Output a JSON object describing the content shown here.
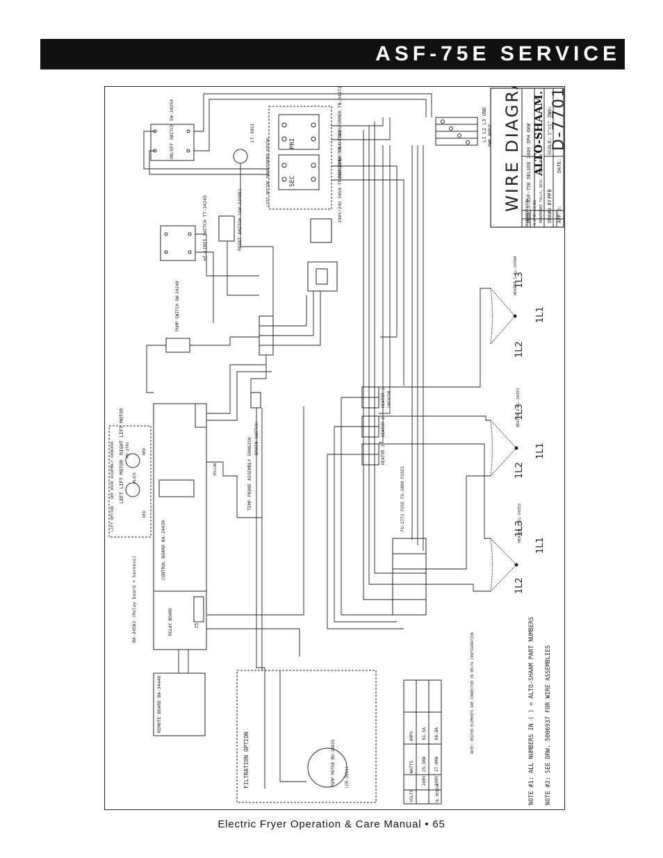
{
  "header": {
    "title": "ASF-75E SERVICE"
  },
  "diagram": {
    "title_block": {
      "title": "WIRE DIAGRAM",
      "models_line": "MODELS:ASF-75E DELUXE 240V 3PH 6KW",
      "brand": "ALTO-SHAAM.",
      "location": "MENOMONEE FALLS, WISC. 53052-0450",
      "drawn_by_label": "DRAWN BY:",
      "drawn_by": "MFB",
      "approved_label": "APP'D:",
      "scale_label": "SCALE:",
      "scale": "1\"=1\"",
      "date_label": "DATE:",
      "dwg_label": "DWG:",
      "drawing_number": "D-77017",
      "rev_header": {
        "no": "NO.",
        "revision": "REVISION",
        "by": "BY"
      },
      "rev_row": {
        "no": "1",
        "revision": "7/13/06",
        "by": "JPK"
      }
    },
    "labels": {
      "on_off": "ON/OFF SWITCH SW-34254",
      "hi_limit": "HI-LIMIT SWITCH TT-34245",
      "reset": "RESET SWITCH (SW-33495)",
      "pump_switch": "PUMP SWITCH SW-34240",
      "lt": "LT-3951",
      "pri": "PRI",
      "sec": "SEC",
      "lift_option_wiring": "LIFT OPTION TRANSFORMER WIRING",
      "transformer_1": "240V/24V 50VA TRANSFORMER TN-34272",
      "transformer_2": "240V/24V 50VA TRANSFORMER TN-34182",
      "lift_option": "LIFT OPTION - SEE WIRE ASSEMBLY 5006898",
      "left_lift_motor": "LEFT LIFT MOTOR",
      "right_lift_motor": "RIGHT LIFT MOTOR",
      "motor_id": "MO-2701",
      "red": "RED",
      "black": "BLACK",
      "yellow": "YELLOW",
      "control_board": "CONTROL BOARD BA-34439",
      "relay_board": "BA-34563 (Relay board + harness)",
      "relay_label": "RELAY BOARD",
      "j5": "J5",
      "drain_switch": "DRAIN SWITCH",
      "temp_probe": "TEMP PROBE ASSEMBLY 5006350",
      "heater_contactor_1": "HEATER 1",
      "heater_contactor_2": "HEATER 2",
      "heater_contactor_3": "HEATER 3",
      "contactor": "CONTACTOR",
      "fuse": "FU-2773 FUSE FU-3860 FUSES",
      "heater_1": "HEATER 1 EL-34388",
      "heater_2": "HEATER 2 EL-34353",
      "heater_3": "HEATER 3 EL-34353",
      "l1": "1L1",
      "l2": "1L2",
      "l3": "1L3",
      "pwr_input": "PWR INPUT",
      "terminals": "L1  L2  L3  GND",
      "remote_board": "REMOTE BOARD BA-34440",
      "filtration": "FILTRATION OPTION",
      "pump_motor": "PUMP MOTOR MO-34835",
      "cr": "(CR-3951)",
      "note_heater": "NOTE: HEATER ELEMENTS ARE CONNECTED IN DELTA CONFIGURATION",
      "note_1": "NOTE #1: ALL NUMBERS IN ( ) = ALTO-SHAAM PART NUMBERS",
      "note_2": "NOTE #2: SEE DRW. 5006937 FOR WIRE ASSEMBLIES"
    },
    "ratings_table": {
      "headers": [
        "UL DESIGN",
        "VOLTS",
        "WATTS",
        "AMPS"
      ],
      "rows": [
        [
          "",
          "240V",
          "25.5KW",
          "61.5A"
        ],
        [
          "",
          "240V",
          "27.8KW",
          "66.8A"
        ]
      ]
    }
  },
  "footer": {
    "text": "Electric Fryer Operation & Care Manual • 65"
  }
}
